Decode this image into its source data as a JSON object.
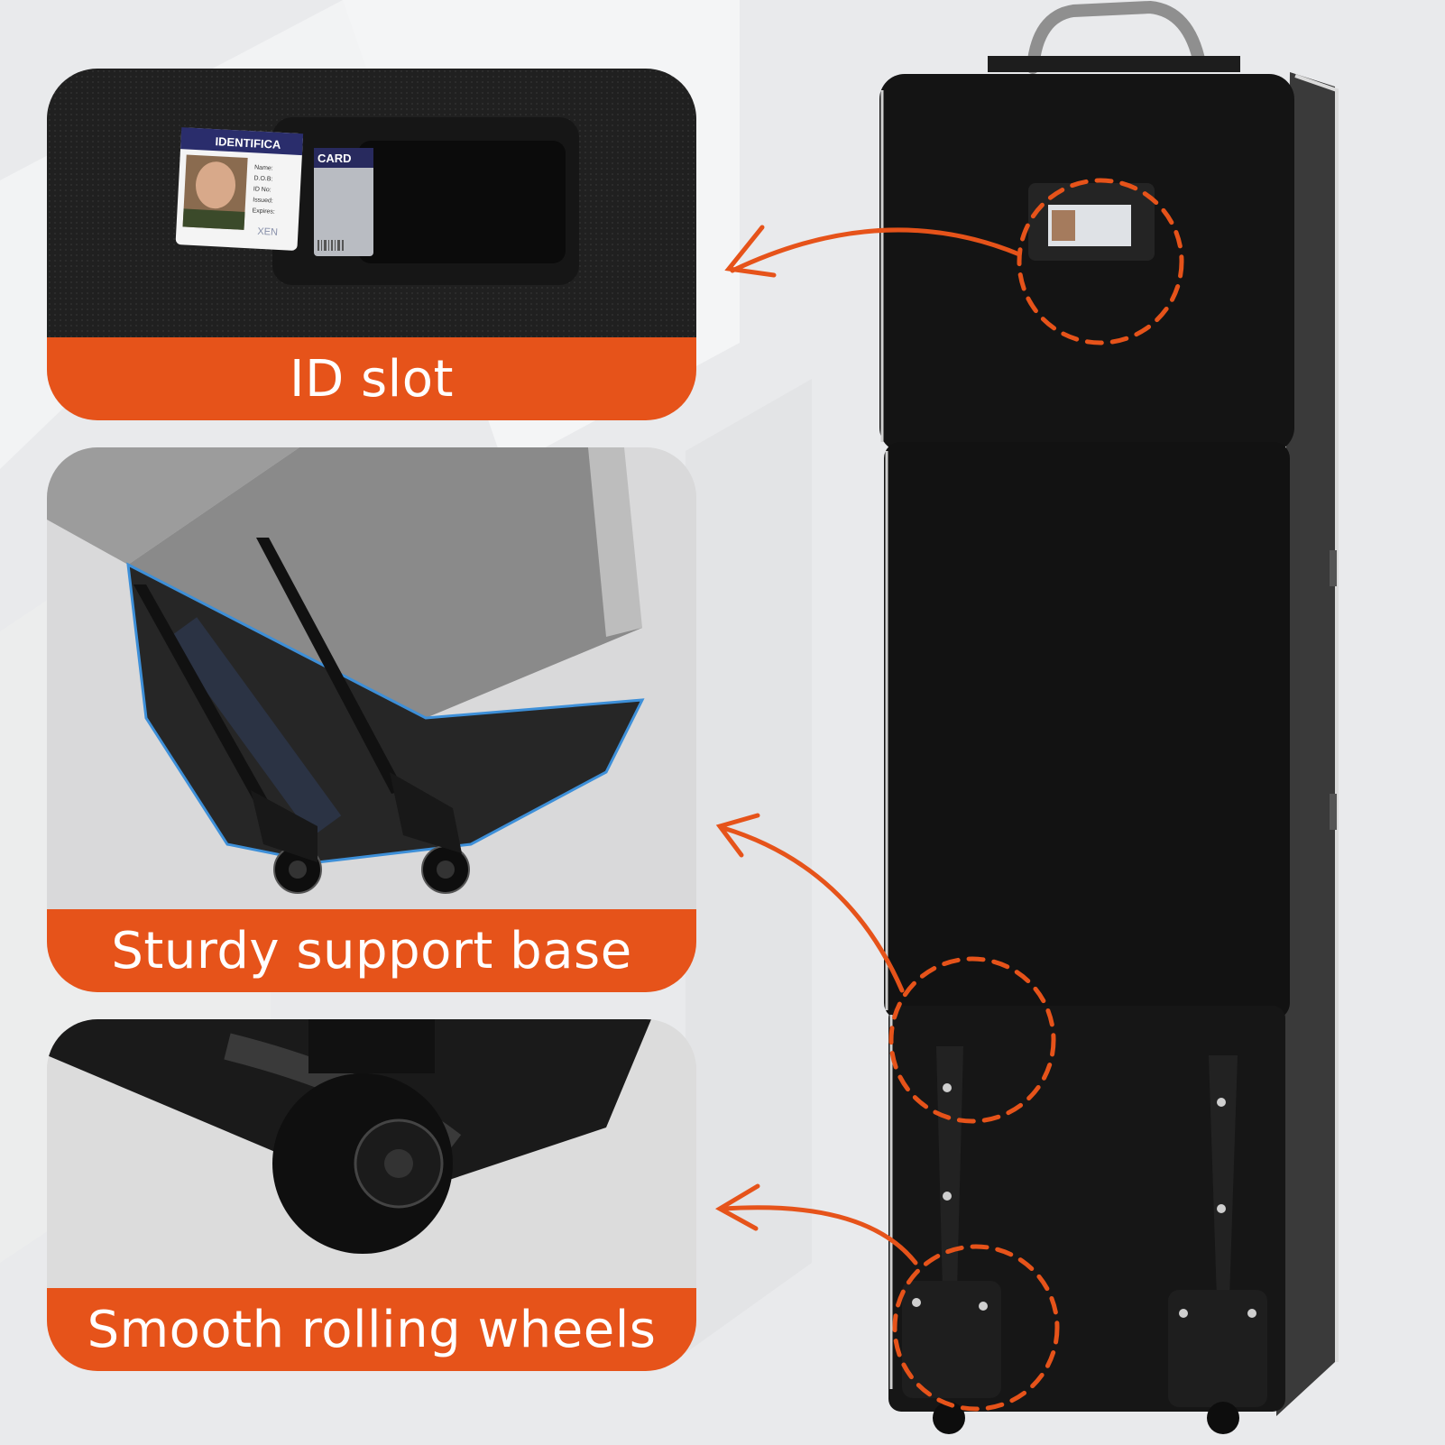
{
  "accent_color": "#e6531a",
  "panels": {
    "id_slot": {
      "label": "ID slot",
      "card_text_left": "IDENTIFICA",
      "card_text_right": "CARD",
      "card_fields": [
        "Name:",
        "D.O.B:",
        "ID No:",
        "Issued:",
        "Expires:"
      ],
      "card_mark": "XEN"
    },
    "support_base": {
      "label": "Sturdy support base"
    },
    "wheels": {
      "label": "Smooth rolling wheels"
    }
  },
  "icons": [
    "curved-arrow-icon",
    "dashed-circle-icon"
  ]
}
